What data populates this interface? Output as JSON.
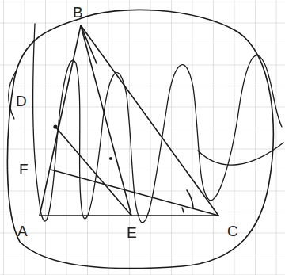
{
  "diagram": {
    "labels": [
      "B",
      "D",
      "F",
      "A",
      "E",
      "C"
    ]
  }
}
